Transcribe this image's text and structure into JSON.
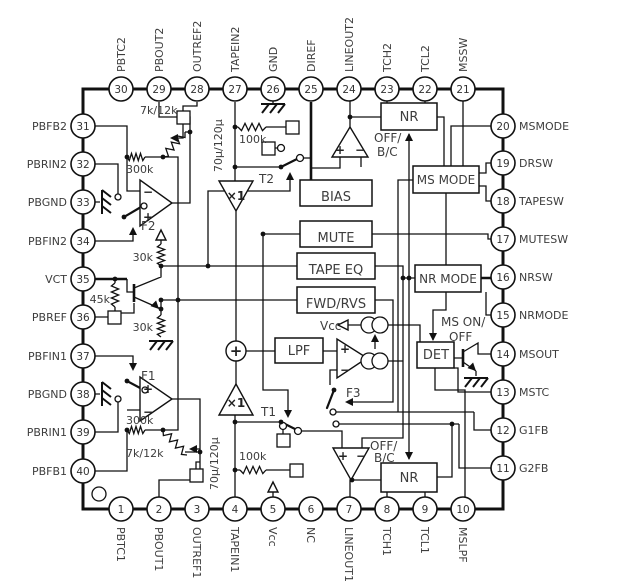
{
  "colors": {
    "background": "#ffffff",
    "ink": "#111111",
    "label": "#3d3d3d"
  },
  "pins": {
    "top": [
      {
        "num": "30",
        "label": "PBTC2"
      },
      {
        "num": "29",
        "label": "PBOUT2"
      },
      {
        "num": "28",
        "label": "OUTREF2"
      },
      {
        "num": "27",
        "label": "TAPEIN2"
      },
      {
        "num": "26",
        "label": "GND"
      },
      {
        "num": "25",
        "label": "DIREF"
      },
      {
        "num": "24",
        "label": "LINEOUT2"
      },
      {
        "num": "23",
        "label": "TCH2"
      },
      {
        "num": "22",
        "label": "TCL2"
      },
      {
        "num": "21",
        "label": "MSSW"
      }
    ],
    "right": [
      {
        "num": "20",
        "label": "MSMODE"
      },
      {
        "num": "19",
        "label": "DRSW"
      },
      {
        "num": "18",
        "label": "TAPESW"
      },
      {
        "num": "17",
        "label": "MUTESW"
      },
      {
        "num": "16",
        "label": "NRSW"
      },
      {
        "num": "15",
        "label": "NRMODE"
      },
      {
        "num": "14",
        "label": "MSOUT"
      },
      {
        "num": "13",
        "label": "MSTC"
      },
      {
        "num": "12",
        "label": "G1FB"
      },
      {
        "num": "11",
        "label": "G2FB"
      }
    ],
    "bottom": [
      {
        "num": "1",
        "label": "PBTC1"
      },
      {
        "num": "2",
        "label": "PBOUT1"
      },
      {
        "num": "3",
        "label": "OUTREF1"
      },
      {
        "num": "4",
        "label": "TAPEIN1"
      },
      {
        "num": "5",
        "label": "Vcc"
      },
      {
        "num": "6",
        "label": "NC"
      },
      {
        "num": "7",
        "label": "LINEOUT1"
      },
      {
        "num": "8",
        "label": "TCH1"
      },
      {
        "num": "9",
        "label": "TCL1"
      },
      {
        "num": "10",
        "label": "MSLPF"
      }
    ],
    "left": [
      {
        "num": "31",
        "label": "PBFB2"
      },
      {
        "num": "32",
        "label": "PBRIN2"
      },
      {
        "num": "33",
        "label": "PBGND"
      },
      {
        "num": "34",
        "label": "PBFIN2"
      },
      {
        "num": "35",
        "label": "VCT"
      },
      {
        "num": "36",
        "label": "PBREF"
      },
      {
        "num": "37",
        "label": "PBFIN1"
      },
      {
        "num": "38",
        "label": "PBGND"
      },
      {
        "num": "39",
        "label": "PBRIN1"
      },
      {
        "num": "40",
        "label": "PBFB1"
      }
    ]
  },
  "blocks": {
    "bias": "BIAS",
    "mute": "MUTE",
    "tape_eq": "TAPE EQ",
    "fwd_rvs": "FWD/RVS",
    "lpf": "LPF",
    "nr_top": "NR",
    "nr_bottom": "NR",
    "ms_mode": "MS MODE",
    "nr_mode": "NR MODE",
    "det": "DET"
  },
  "components": {
    "r7k12k_top": "7k/12k",
    "r300k_top": "300k",
    "r100k_top": "100k",
    "r30k_upper": "30k",
    "r30k_lower": "30k",
    "r45k": "45k",
    "r300k_bottom": "300k",
    "r7k12k_bottom": "7k/12k",
    "r100k_bottom": "100k",
    "cap_top": "70µ/120µ",
    "cap_bottom": "70µ/120µ"
  },
  "switches": {
    "t2": "T2",
    "f2": "F2",
    "f1": "F1",
    "t1": "T1",
    "f3": "F3"
  },
  "annotations": {
    "off_bc_line1": "OFF/",
    "off_bc_line2": "B/C",
    "ms_on_line1": "MS ON/",
    "ms_on_line2": "OFF",
    "vcc": "Vcc"
  },
  "signs": {
    "plus": "+",
    "minus": "−",
    "times1": "×1"
  }
}
